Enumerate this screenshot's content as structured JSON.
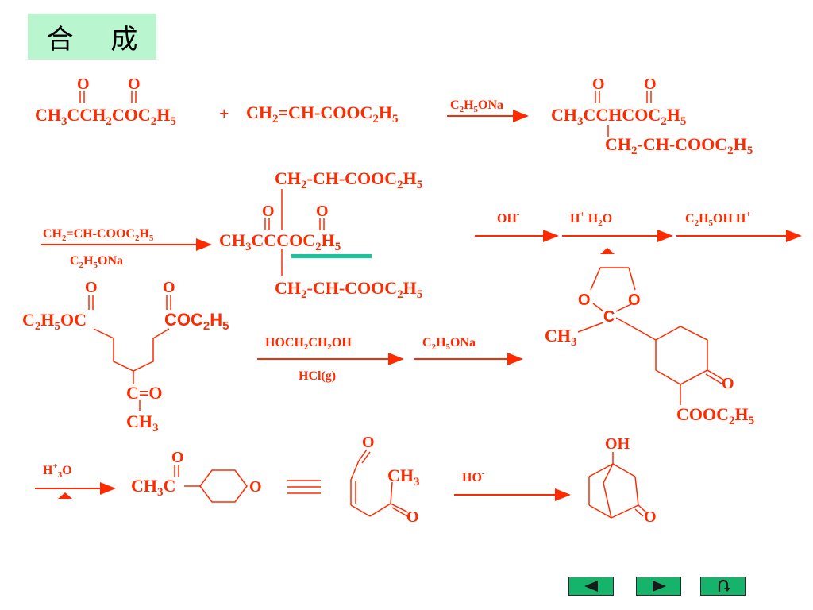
{
  "title": "合 成",
  "row1": {
    "ketone_o1": "O",
    "ketone_o2": "O",
    "reactant1": "CH3CCH2COC2H5",
    "plus": "+",
    "reactant2": "CH2=CH-COOC2H5",
    "reagent": "C2H5ONa",
    "prod_o1": "O",
    "prod_o2": "O",
    "product": "CH3CCHCOC2H5",
    "product_branch": "CH2-CH-COOC2H5"
  },
  "row2": {
    "reagent_top": "CH2=CH-COOC2H5",
    "reagent_bottom": "C2H5ONa",
    "top_branch": "CH2-CH-COOC2H5",
    "o1": "O",
    "o2": "O",
    "main": "CH3CCCOC2H5",
    "bottom_branch": "CH2-CH-COOC2H5",
    "step1": "OH-",
    "step2": "H+  H2O",
    "step3": "C2H5OH  H+"
  },
  "row3": {
    "left_o": "O",
    "right_o": "O",
    "left_ester": "C2H5OC",
    "right_ester": "COC2H5",
    "carbonyl": "C=O",
    "methyl": "CH3",
    "reagent1_top": "HOCH2CH2OH",
    "reagent1_bottom": "HCl(g)",
    "reagent2": "C2H5ONa",
    "ketal_o1": "O",
    "ketal_o2": "O",
    "ketal_c": "C",
    "ketal_ch3": "CH3",
    "ring_o": "O",
    "ring_ester": "COOC2H5"
  },
  "row4": {
    "reagent1": "H+3O",
    "ketone_o": "O",
    "ketone": "CH3C",
    "ring_o": "O",
    "open_o1": "O",
    "open_ch3": "CH3",
    "open_o2": "O",
    "reagent2": "HO-",
    "product_oh": "OH",
    "product_o": "O"
  },
  "nav": {
    "prev": "prev-icon",
    "next": "next-icon",
    "return": "return-icon"
  },
  "colors": {
    "scheme": "#ff2a00",
    "title_bg": "#b9f5cf",
    "highlight": "#19c497",
    "nav_bg": "#16b36a"
  }
}
